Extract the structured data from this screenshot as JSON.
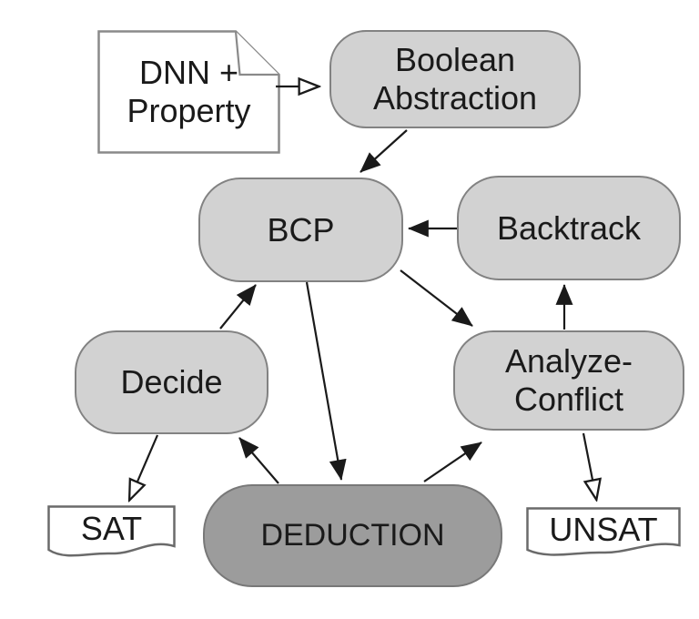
{
  "diagram": {
    "nodes": {
      "input": {
        "shape": "document",
        "lines": [
          "DNN +",
          "Property"
        ]
      },
      "abstraction": {
        "shape": "rounded",
        "lines": [
          "Boolean",
          "Abstraction"
        ]
      },
      "bcp": {
        "shape": "rounded",
        "label": "BCP"
      },
      "backtrack": {
        "shape": "rounded",
        "label": "Backtrack"
      },
      "decide": {
        "shape": "rounded",
        "label": "Decide"
      },
      "analyze_conflict": {
        "shape": "rounded",
        "lines": [
          "Analyze-",
          "Conflict"
        ]
      },
      "deduction": {
        "shape": "rounded-emphasis",
        "label": "DEDUCTION"
      },
      "sat": {
        "shape": "wavy-document",
        "label": "SAT"
      },
      "unsat": {
        "shape": "wavy-document",
        "label": "UNSAT"
      }
    },
    "edges": [
      {
        "from": "dnn-property",
        "to": "boolean-abstraction",
        "arrowhead": "open"
      },
      {
        "from": "boolean-abstraction",
        "to": "bcp",
        "arrowhead": "filled"
      },
      {
        "from": "backtrack",
        "to": "bcp",
        "arrowhead": "filled"
      },
      {
        "from": "analyze-conflict",
        "to": "backtrack",
        "arrowhead": "filled"
      },
      {
        "from": "bcp",
        "to": "analyze-conflict",
        "arrowhead": "filled"
      },
      {
        "from": "decide",
        "to": "bcp",
        "arrowhead": "filled"
      },
      {
        "from": "bcp",
        "to": "deduction",
        "arrowhead": "filled"
      },
      {
        "from": "deduction",
        "to": "decide",
        "arrowhead": "filled"
      },
      {
        "from": "deduction",
        "to": "analyze-conflict",
        "arrowhead": "filled"
      },
      {
        "from": "decide",
        "to": "sat",
        "arrowhead": "open"
      },
      {
        "from": "analyze-conflict",
        "to": "unsat",
        "arrowhead": "open"
      }
    ],
    "colors": {
      "background": "#ffffff",
      "node_fill": "#d2d2d2",
      "node_border": "#828282",
      "deduction_fill": "#9c9c9c",
      "deduction_border": "#787878",
      "io_fill": "#ffffff",
      "io_border": "#6a6a6a",
      "arrow": "#1a1a1a",
      "text": "#1a1a1a"
    }
  }
}
